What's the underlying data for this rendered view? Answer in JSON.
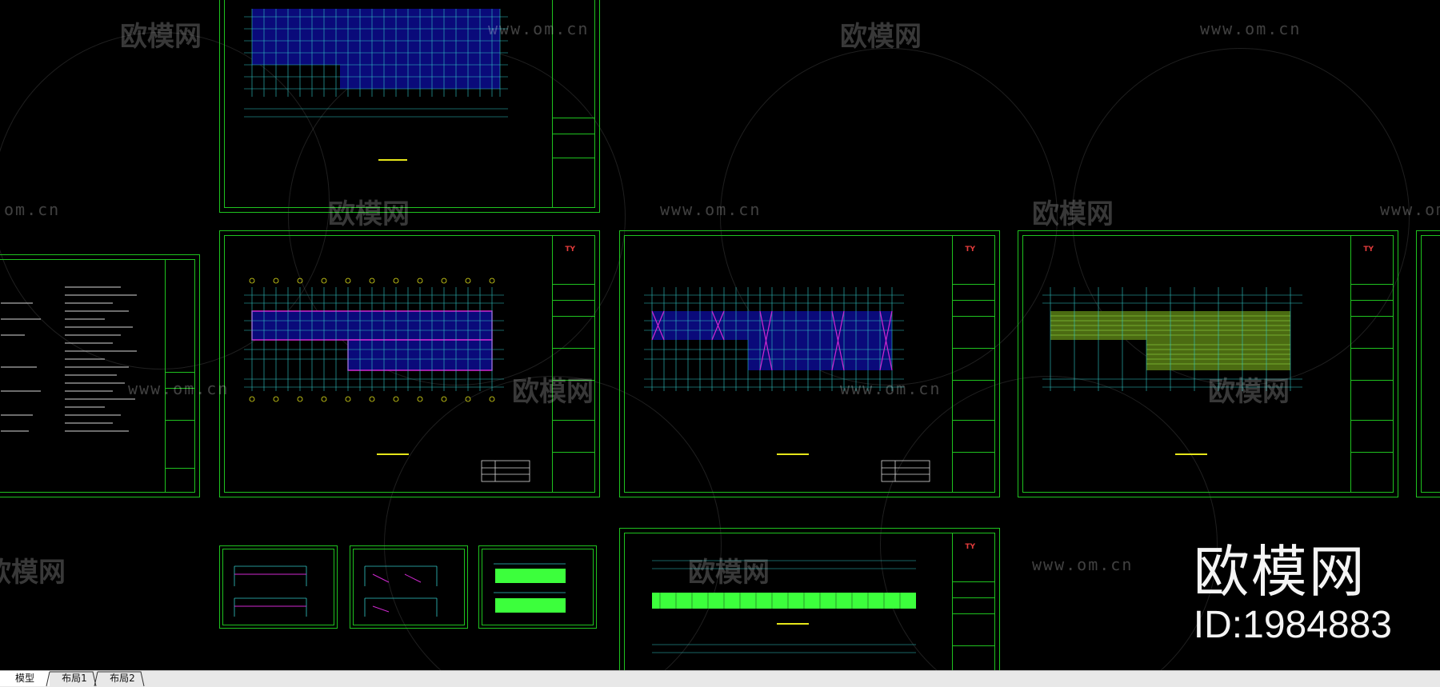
{
  "watermark": {
    "brand": "欧模网",
    "url": "www.om.cn",
    "url_partial": "om.cn"
  },
  "brand_overlay": {
    "title": "欧模网",
    "id_text": "ID:1984883"
  },
  "tabs": [
    {
      "label": "模型",
      "active": true
    },
    {
      "label": "布局1",
      "active": false
    },
    {
      "label": "布局2",
      "active": false
    }
  ],
  "title_block_logo": "TY",
  "colors": {
    "frame": "#1fc21f",
    "grid": "#31c6c6",
    "fill": "#0a0a7a",
    "magenta": "#d028d0",
    "yellow": "#e6e61a",
    "bright_green": "#3cff3c"
  }
}
